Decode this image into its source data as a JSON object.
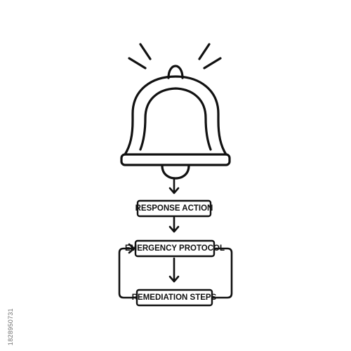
{
  "diagram": {
    "line_color": "#111111",
    "background": "#ffffff",
    "bell": {
      "icon": "bell-icon"
    },
    "steps": [
      {
        "label": "RESPONSE ACTION"
      },
      {
        "label": "EMERGENCY PROTOCOL"
      },
      {
        "label": "REMEDIATION STEPS"
      }
    ]
  },
  "watermark": {
    "text": "1828950731"
  }
}
